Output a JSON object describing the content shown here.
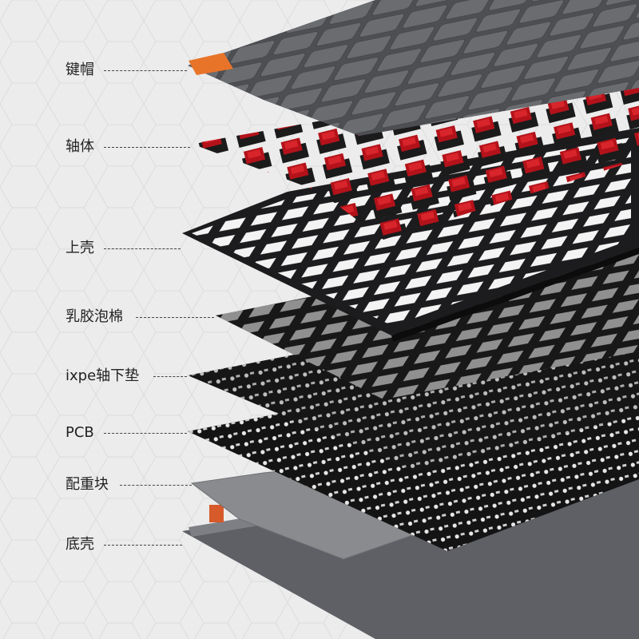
{
  "labels": [
    {
      "id": "keycaps",
      "text": "键帽"
    },
    {
      "id": "switches",
      "text": "轴体"
    },
    {
      "id": "top-case",
      "text": "上壳"
    },
    {
      "id": "latex-foam",
      "text": "乳胶泡棉"
    },
    {
      "id": "ixpe-pad",
      "text": "ixpe轴下垫"
    },
    {
      "id": "pcb",
      "text": "PCB"
    },
    {
      "id": "weight",
      "text": "配重块"
    },
    {
      "id": "bottom-case",
      "text": "底壳"
    }
  ],
  "colors": {
    "background": "#ececec",
    "keycap_dark": "#55575b",
    "keycap_light": "#7a7c80",
    "keycap_accent": "#e8742a",
    "switch_stem": "#b3121a",
    "plate": "#1c1c1e",
    "weight": "#8a8b8e",
    "bottom_case": "#5e6066"
  }
}
